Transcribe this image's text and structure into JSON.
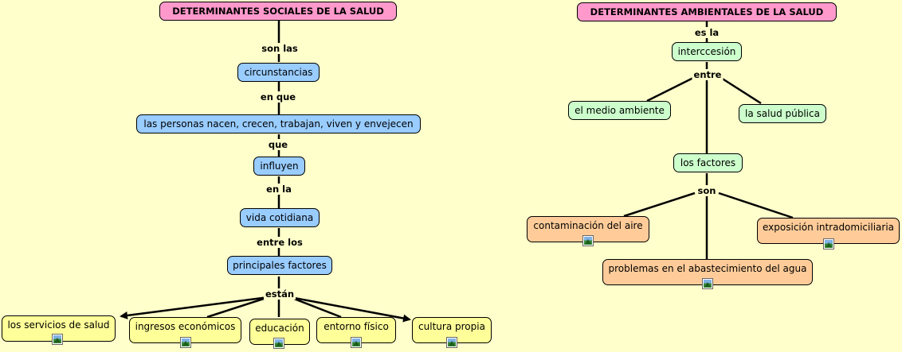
{
  "left_map": {
    "title": "DETERMINANTES SOCIALES DE LA SALUD",
    "link_son_las": "son las",
    "circunstancias": "circunstancias",
    "link_en_que": "en que",
    "personas": "las personas nacen, crecen, trabajan, viven y envejecen",
    "link_que": "que",
    "influyen": "influyen",
    "link_en_la": "en la",
    "vida_cotidiana": "vida cotidiana",
    "link_entre_los": "entre los",
    "principales_factores": "principales factores",
    "link_estan": "están",
    "factors": [
      "los servicios de salud",
      "ingresos económicos",
      "educación",
      "entorno físico",
      "cultura propia"
    ]
  },
  "right_map": {
    "title": "DETERMINANTES AMBIENTALES DE LA SALUD",
    "link_es_la": "es la",
    "interccesion": "interccesión",
    "link_entre": "entre",
    "medio_ambiente": "el medio ambiente",
    "salud_publica": "la salud pública",
    "los_factores": "los factores",
    "link_son": "son",
    "factors": [
      "contaminación del aire",
      "problemas en el abastecimiento del agua",
      "exposición intradomiciliaria"
    ]
  },
  "colors": {
    "background": "#ffffcc",
    "title": "#ff99cc",
    "blue": "#99ccff",
    "yellow": "#ffff99",
    "green": "#ccffcc",
    "orange": "#ffcc99"
  },
  "icons": [
    "image-attachment-icon"
  ]
}
